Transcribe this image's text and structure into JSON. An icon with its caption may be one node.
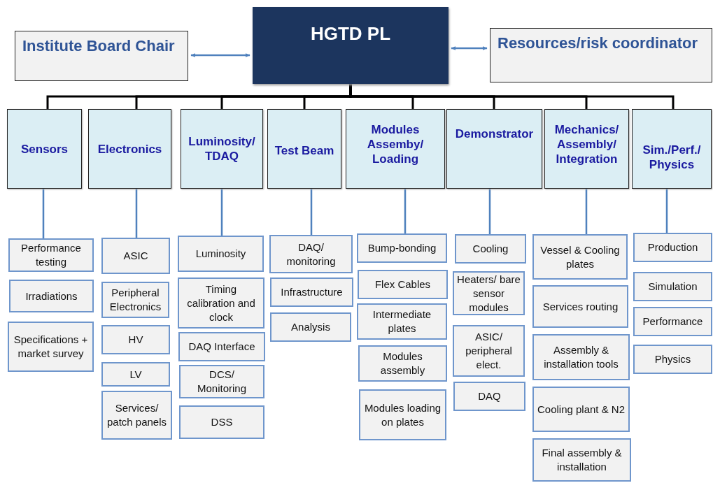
{
  "diagram": {
    "nodes": [
      {
        "text": [
          "Institute Board Chair"
        ]
      },
      {
        "text": [
          "HGTD PL"
        ]
      },
      {
        "text": [
          "Resources/risk coordinator"
        ]
      },
      {
        "text": [
          "Sensors"
        ]
      },
      {
        "text": [
          "Electronics"
        ]
      },
      {
        "text": [
          "Luminosity/ TDAQ"
        ]
      },
      {
        "text": [
          "Test Beam"
        ]
      },
      {
        "text": [
          "Modules Assemby/ Loading"
        ]
      },
      {
        "text": [
          "Demonstrator"
        ]
      },
      {
        "text": [
          "Mechanics/ Assembly/ Integration"
        ]
      },
      {
        "text": [
          "Sim./Perf./ Physics"
        ]
      },
      {
        "text": [
          "Performance testing"
        ]
      },
      {
        "text": [
          "Irradiations"
        ]
      },
      {
        "text": [
          "Specifications + market survey"
        ]
      },
      {
        "text": [
          "ASIC"
        ]
      },
      {
        "text": [
          "Peripheral Electronics"
        ]
      },
      {
        "text": [
          "HV"
        ]
      },
      {
        "text": [
          "LV"
        ]
      },
      {
        "text": [
          "Services/ patch panels"
        ]
      },
      {
        "text": [
          "Luminosity"
        ]
      },
      {
        "text": [
          "Timing calibration and clock"
        ]
      },
      {
        "text": [
          "DAQ Interface"
        ]
      },
      {
        "text": [
          "DCS/ Monitoring"
        ]
      },
      {
        "text": [
          "DSS"
        ]
      },
      {
        "text": [
          "DAQ/ monitoring"
        ]
      },
      {
        "text": [
          "Infrastructure"
        ]
      },
      {
        "text": [
          "Analysis"
        ]
      },
      {
        "text": [
          "Bump-bonding"
        ]
      },
      {
        "text": [
          "Flex Cables"
        ]
      },
      {
        "text": [
          "Intermediate plates"
        ]
      },
      {
        "text": [
          "Modules assembly"
        ]
      },
      {
        "text": [
          "Modules loading on plates"
        ]
      },
      {
        "text": [
          "Cooling"
        ]
      },
      {
        "text": [
          "Heaters/ bare sensor modules"
        ]
      },
      {
        "text": [
          "ASIC/ peripheral elect."
        ]
      },
      {
        "text": [
          "DAQ"
        ]
      },
      {
        "text": [
          "Vessel & Cooling plates"
        ]
      },
      {
        "text": [
          "Services routing"
        ]
      },
      {
        "text": [
          "Assembly & installation tools"
        ]
      },
      {
        "text": [
          "Cooling plant & N2"
        ]
      },
      {
        "text": [
          "Final assembly & installation"
        ]
      },
      {
        "text": [
          "Production"
        ]
      },
      {
        "text": [
          "Simulation"
        ]
      },
      {
        "text": [
          "Performance"
        ]
      },
      {
        "text": [
          "Physics"
        ]
      }
    ],
    "edges": [
      {
        "from": 1,
        "to": 0,
        "arrow": "both"
      },
      {
        "from": 1,
        "to": 2,
        "arrow": "both"
      },
      {
        "from": 1,
        "to": 3,
        "arrow": "none",
        "color": "#000000"
      },
      {
        "from": 1,
        "to": 4,
        "arrow": "none",
        "color": "#000000"
      },
      {
        "from": 1,
        "to": 5,
        "arrow": "none",
        "color": "#000000"
      },
      {
        "from": 1,
        "to": 6,
        "arrow": "none",
        "color": "#000000"
      },
      {
        "from": 1,
        "to": 7,
        "arrow": "none",
        "color": "#000000"
      },
      {
        "from": 1,
        "to": 8,
        "arrow": "none",
        "color": "#000000"
      },
      {
        "from": 1,
        "to": 9,
        "arrow": "none",
        "color": "#000000"
      },
      {
        "from": 1,
        "to": 10,
        "arrow": "none",
        "color": "#000000"
      },
      {
        "from": 3,
        "to": 11,
        "arrow": "none"
      },
      {
        "from": 4,
        "to": 14,
        "arrow": "none"
      },
      {
        "from": 5,
        "to": 19,
        "arrow": "none"
      },
      {
        "from": 6,
        "to": 24,
        "arrow": "none"
      },
      {
        "from": 7,
        "to": 27,
        "arrow": "none"
      },
      {
        "from": 8,
        "to": 32,
        "arrow": "none"
      },
      {
        "from": 9,
        "to": 36,
        "arrow": "none"
      },
      {
        "from": 10,
        "to": 41,
        "arrow": "none"
      }
    ]
  }
}
